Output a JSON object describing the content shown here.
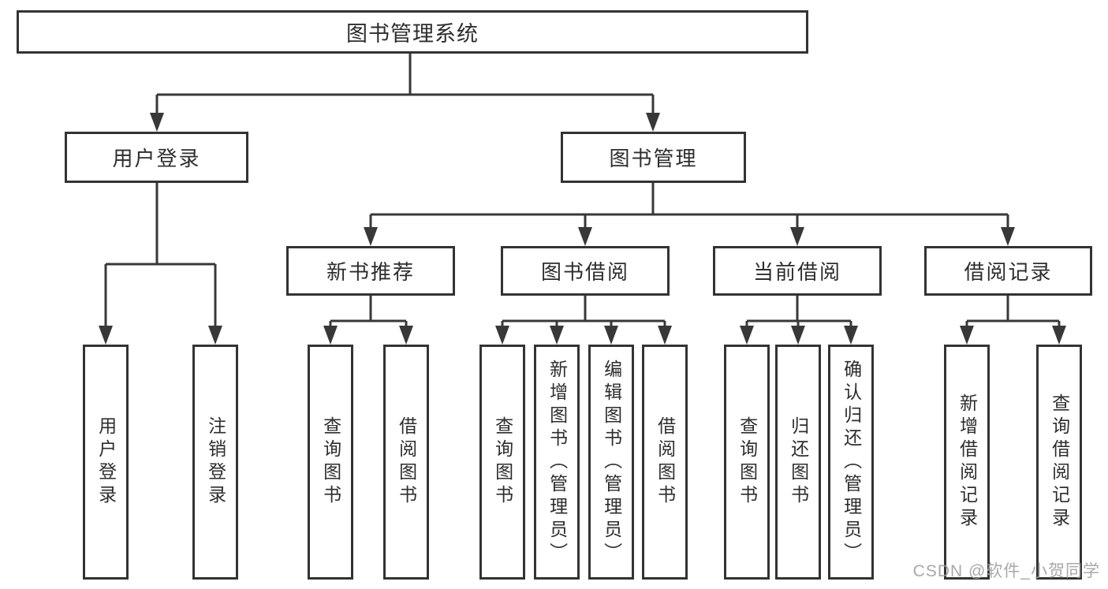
{
  "diagram_title": "图书管理系统",
  "tree": {
    "root": {
      "label": "图书管理系统"
    },
    "user_login": {
      "label": "用户登录",
      "children": [
        {
          "label": "用户登录"
        },
        {
          "label": "注销登录"
        }
      ]
    },
    "book_management": {
      "label": "图书管理",
      "sections": [
        {
          "label": "新书推荐",
          "children": [
            {
              "label": "查询图书"
            },
            {
              "label": "借阅图书"
            }
          ]
        },
        {
          "label": "图书借阅",
          "children": [
            {
              "label": "查询图书"
            },
            {
              "label": "新增图书（管理员）"
            },
            {
              "label": "编辑图书（管理员）"
            },
            {
              "label": "借阅图书"
            }
          ]
        },
        {
          "label": "当前借阅",
          "children": [
            {
              "label": "查询图书"
            },
            {
              "label": "归还图书"
            },
            {
              "label": "确认归还（管理员）"
            }
          ]
        },
        {
          "label": "借阅记录",
          "children": [
            {
              "label": "新增借阅记录"
            },
            {
              "label": "查询借阅记录"
            }
          ]
        }
      ]
    }
  },
  "watermark": "CSDN @软件_小贺同学",
  "colors": {
    "line": "#383838",
    "box_border": "#333333",
    "text": "#2d2d2d",
    "watermark": "#9e9e9e",
    "background": "#ffffff"
  }
}
